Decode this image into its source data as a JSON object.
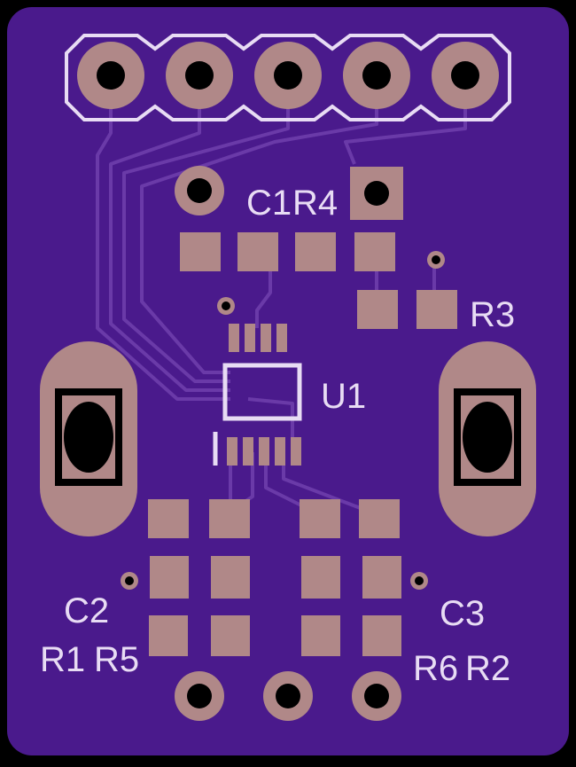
{
  "board": {
    "colors": {
      "background": "#000000",
      "soldermask": "#4a1a8c",
      "copper_trace": "#6a3aa8",
      "pad": "#b08888",
      "drill": "#000000",
      "silkscreen": "#e8dcf4"
    }
  },
  "silkscreen_labels": {
    "c1": "C1",
    "r4": "R4",
    "r3": "R3",
    "u1": "U1",
    "c2": "C2",
    "r1": "R1",
    "r5": "R5",
    "c3": "C3",
    "r6": "R6",
    "r2": "R2"
  }
}
